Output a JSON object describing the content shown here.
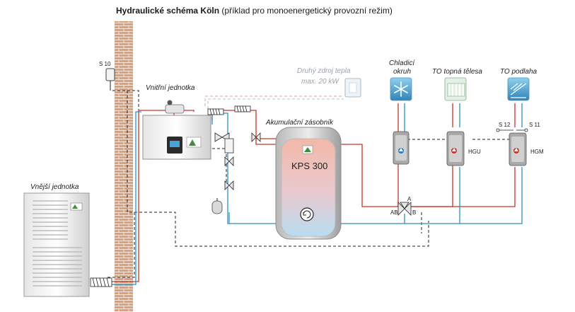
{
  "title": {
    "bold": "Hydraulické schéma Köln",
    "rest": " (příklad pro monoenergetický provozní režim)"
  },
  "labels": {
    "sensor_outdoor": "S 10",
    "indoor_unit": "Vnitřní jednotka",
    "outdoor_unit": "Vnější jednotka",
    "second_source_line1": "Druhý zdroj tepla",
    "second_source_line2": "max. 20 kW",
    "buffer_tank": "Akumulační zásobník",
    "tank_model": "KPS 300",
    "cooling_line1": "Chladicí",
    "cooling_line2": "okruh",
    "radiators": "TO topná tělesa",
    "floor_heating": "TO podlaha",
    "sensor_12": "S 12",
    "sensor_11": "S 11",
    "mix_a": "A",
    "mix_ab": "AB",
    "mix_b": "B",
    "hgu": "HGU",
    "hgm": "HGM"
  },
  "colors": {
    "supply": "#c0392b",
    "return": "#2f8fbf",
    "control": "#222222",
    "tank_top": "#f2b8a8",
    "tank_bottom": "#b9dcef",
    "wall": "#d9a07a"
  },
  "icons": {
    "cooling": "snowflake-icon",
    "radiators": "radiator-icon",
    "floor": "floor-heating-icon"
  }
}
